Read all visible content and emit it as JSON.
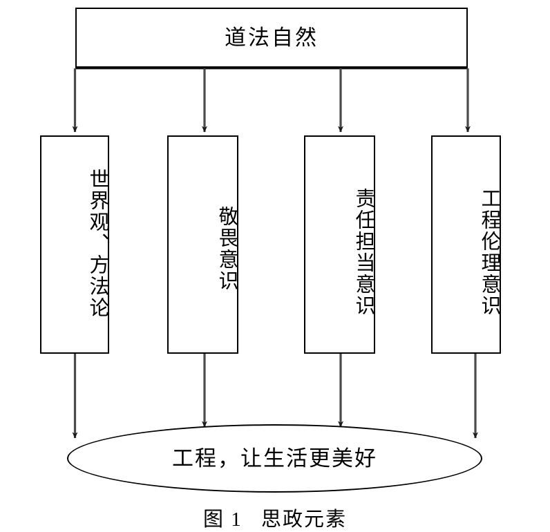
{
  "figure": {
    "caption_prefix": "图",
    "caption_number": "1",
    "caption_text": "思政元素",
    "stroke_color": "#000000",
    "background_color": "#ffffff"
  },
  "root": {
    "label": "道法自然"
  },
  "branches": [
    {
      "label": "世界观、方法论"
    },
    {
      "label": "敬畏意识"
    },
    {
      "label": "责任担当意识"
    },
    {
      "label": "工程伦理意识"
    }
  ],
  "goal": {
    "label": "工程，让生活更美好"
  },
  "connectors": {
    "trunk_label": "root-to-branches-bus",
    "down_arrow_count": 8
  }
}
